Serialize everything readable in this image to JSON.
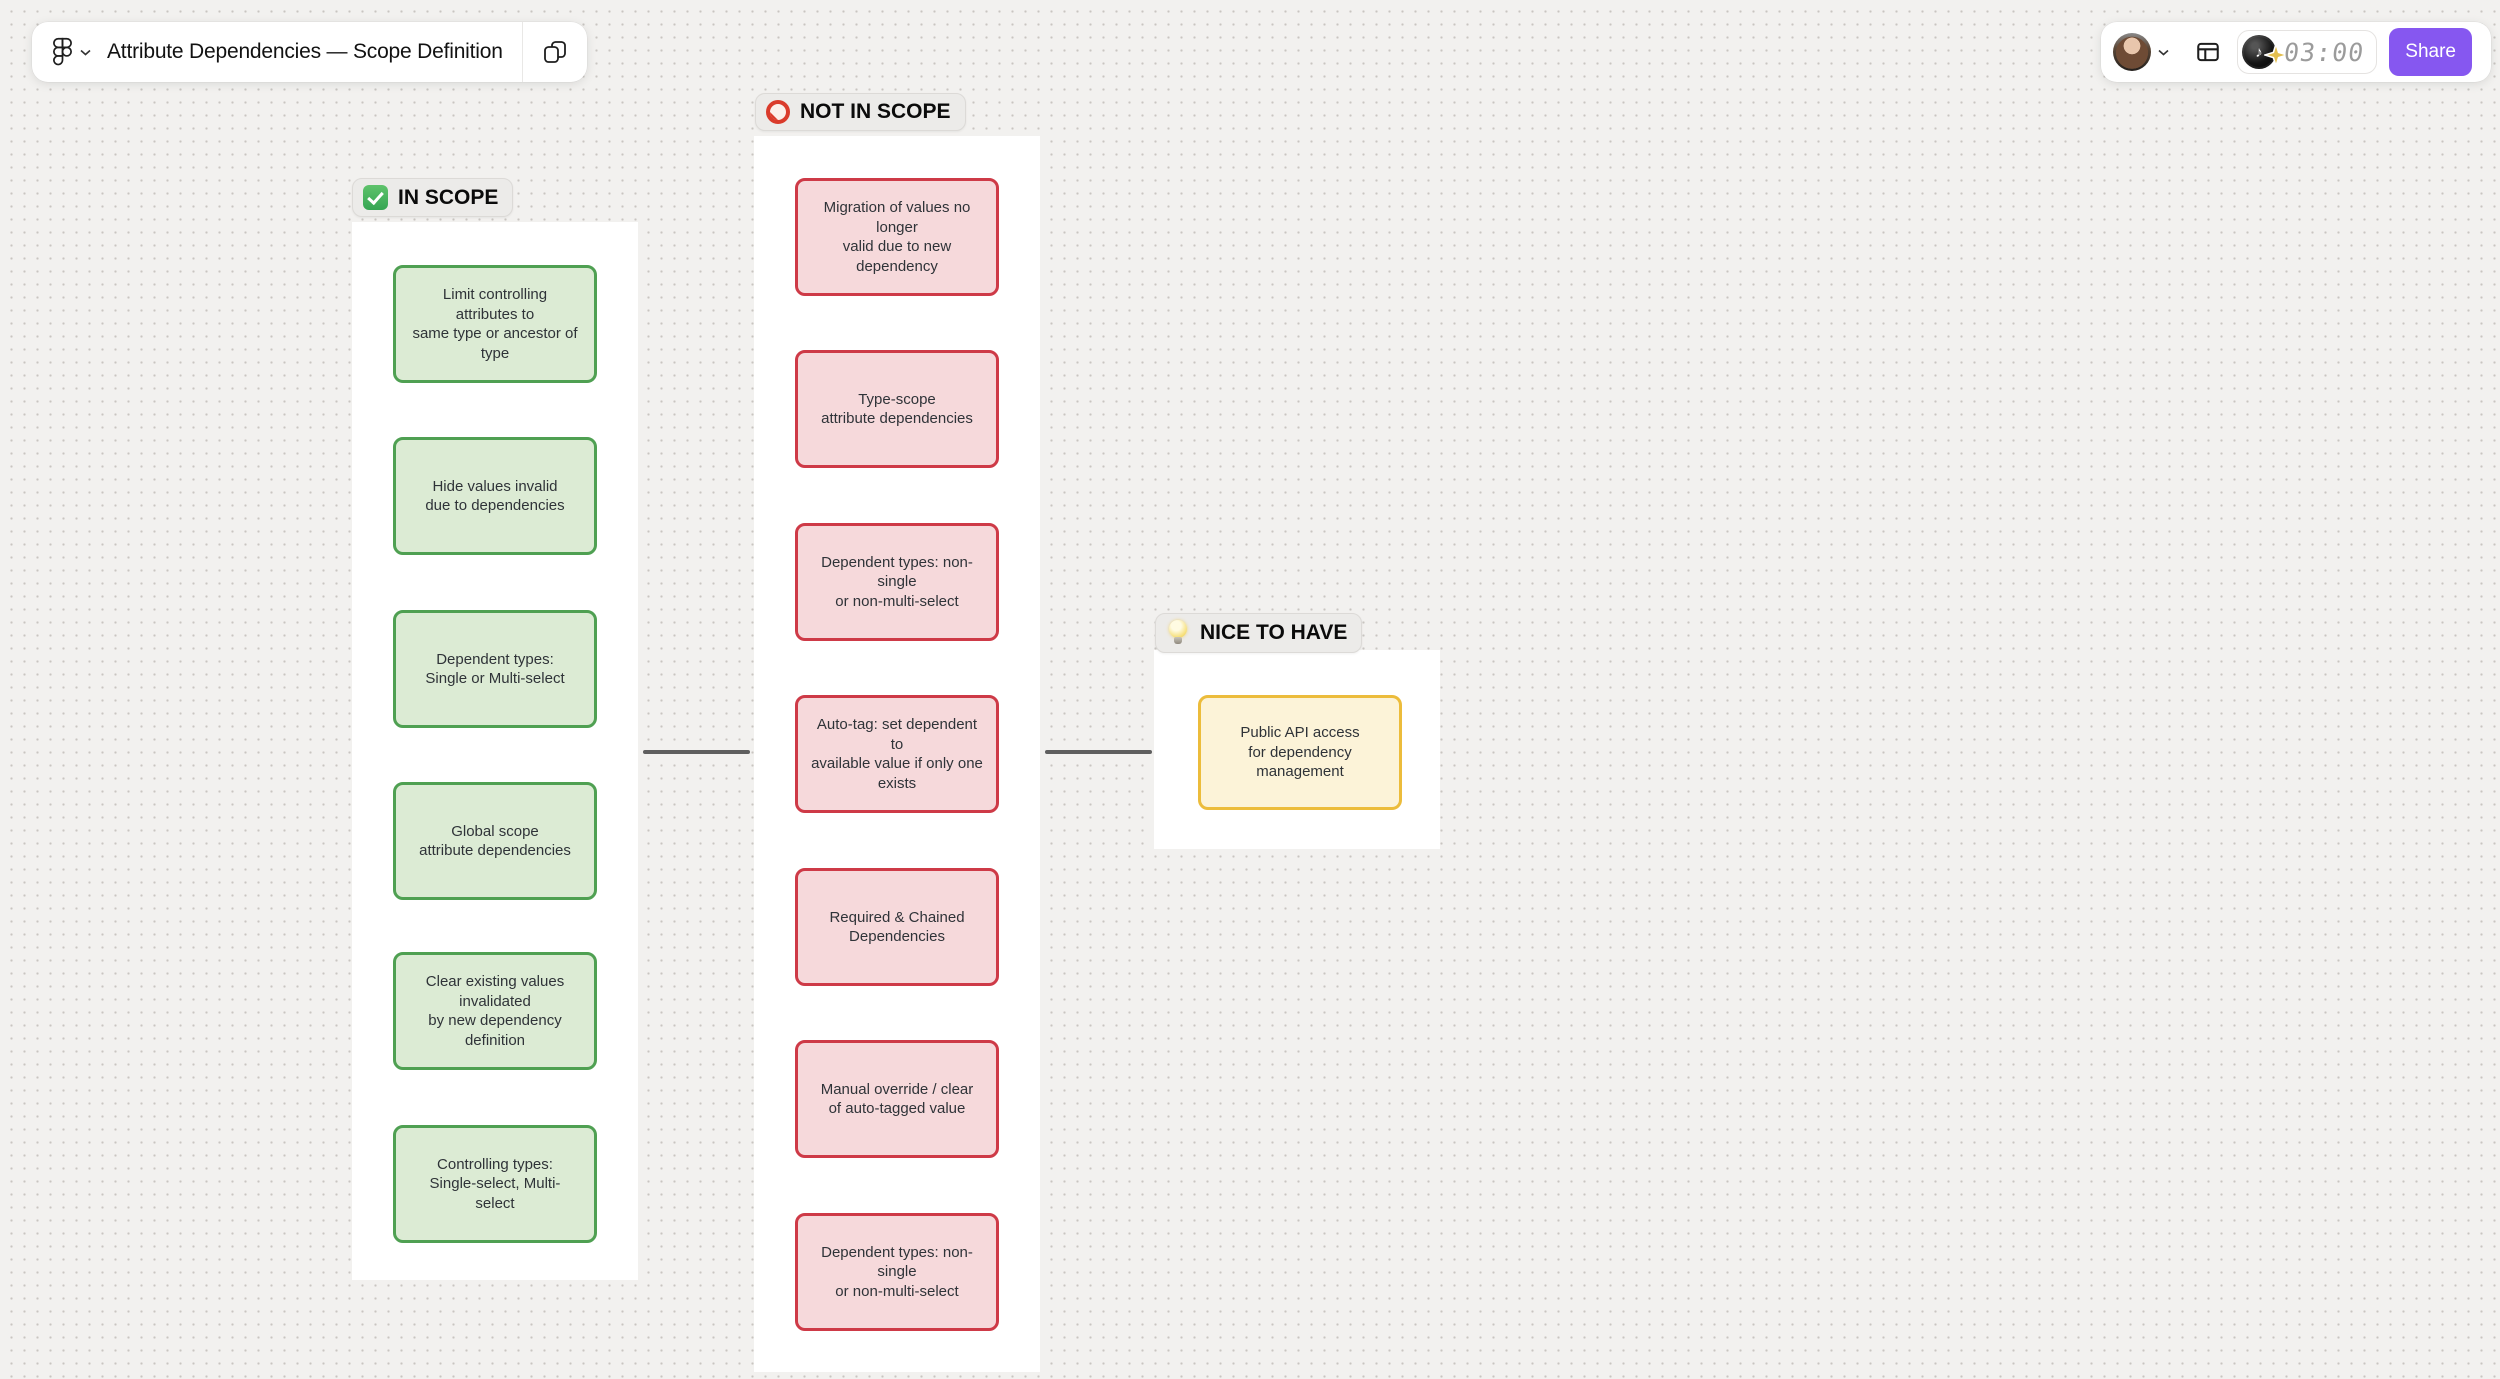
{
  "toolbar_left": {
    "title": "Attribute Dependencies — Scope Definition",
    "logo_icon": "figma-logo-icon",
    "chevron_icon": "chevron-down-icon",
    "copy_icon": "copy-page-icon"
  },
  "toolbar_right": {
    "avatar_icon": "user-avatar",
    "chevron_icon": "chevron-down-icon",
    "layout_icon": "layout-panel-icon",
    "timer": {
      "music_icon": "music-vinyl-icon",
      "star_icon": "sparkle-star-icon",
      "value": "03:00"
    },
    "share_label": "Share",
    "share_color": "#8657F0"
  },
  "board": {
    "sections": [
      {
        "id": "in-scope",
        "label": "IN SCOPE",
        "icon": "check-icon",
        "note_border": "#4FA052",
        "note_fill": "#DCEBD4",
        "notes": [
          {
            "text": "Limit controlling\nattributes to\nsame type or ancestor of\ntype"
          },
          {
            "text": "Hide values invalid\ndue to dependencies"
          },
          {
            "text": "Dependent types:\nSingle or Multi-select"
          },
          {
            "text": "Global scope\nattribute dependencies"
          },
          {
            "text": "Clear existing values\ninvalidated\nby new dependency\ndefinition"
          },
          {
            "text": "Controlling types:\nSingle-select, Multi-\nselect"
          }
        ]
      },
      {
        "id": "not-in-scope",
        "label": "NOT IN SCOPE",
        "icon": "no-entry-icon",
        "note_border": "#CE3A47",
        "note_fill": "#F6D9DB",
        "notes": [
          {
            "text": "Migration of values no\nlonger\nvalid due to new\ndependency"
          },
          {
            "text": "Type-scope\nattribute dependencies"
          },
          {
            "text": "Dependent types: non-\nsingle\nor non-multi-select"
          },
          {
            "text": "Auto-tag: set dependent\nto\navailable value if only one\nexists"
          },
          {
            "text": "Required & Chained\nDependencies"
          },
          {
            "text": "Manual override / clear\nof auto-tagged value"
          },
          {
            "text": "Dependent types: non-\nsingle\nor non-multi-select"
          }
        ]
      },
      {
        "id": "nice-to-have",
        "label": "NICE TO HAVE",
        "icon": "bulb-icon",
        "note_border": "#ECBC3B",
        "note_fill": "#FCF3D8",
        "notes": [
          {
            "text": "Public API access\nfor dependency\nmanagement"
          }
        ]
      }
    ],
    "connectors": [
      {
        "from": "in-scope",
        "to": "not-in-scope",
        "color": "#5F5F5F"
      },
      {
        "from": "not-in-scope",
        "to": "nice-to-have",
        "color": "#5F5F5F"
      }
    ]
  }
}
